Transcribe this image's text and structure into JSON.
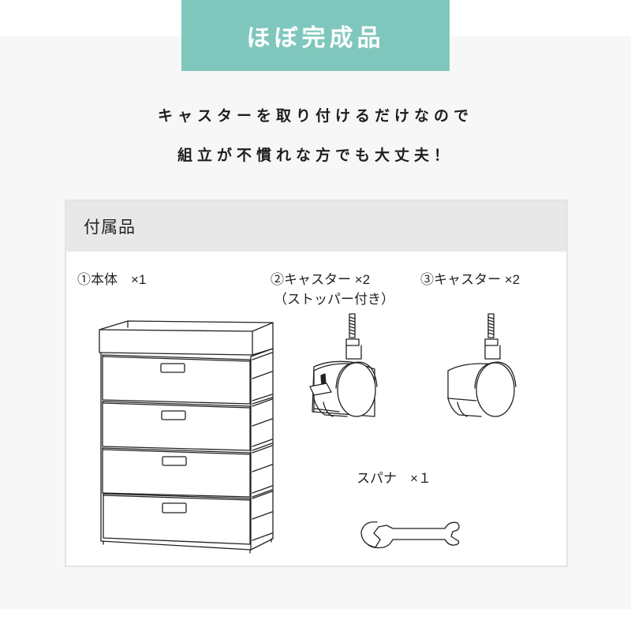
{
  "banner": {
    "title": "ほぼ完成品",
    "color": "#7fc7bd"
  },
  "lead": {
    "line1": "キャスターを取り付けるだけなので",
    "line2": "組立が不慣れな方でも大丈夫！"
  },
  "accessories": {
    "heading": "付属品",
    "items": [
      {
        "label": "①本体　×1",
        "illustration": "chest-of-drawers-icon"
      },
      {
        "label": "②キャスター ×2",
        "sublabel": "（ストッパー付き）",
        "illustration": "caster-with-stopper-icon"
      },
      {
        "label": "③キャスター ×2",
        "illustration": "caster-icon"
      },
      {
        "label": "スパナ　×１",
        "illustration": "spanner-icon"
      }
    ]
  },
  "colors": {
    "background": "#f7f7f7",
    "card_header": "#e8e8e8",
    "accent": "#7fc7bd"
  }
}
